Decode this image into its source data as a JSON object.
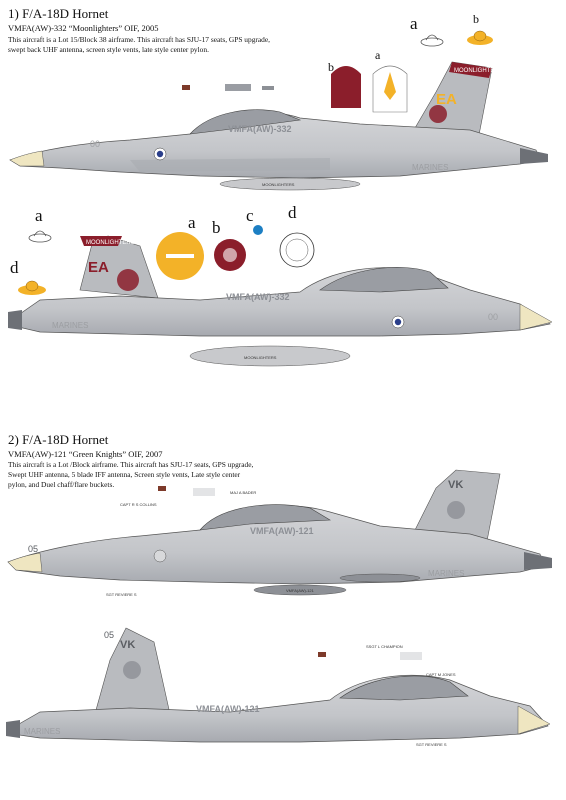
{
  "aircraft_1": {
    "title": "1) F/A-18D Hornet",
    "subtitle": "VMFA(AW)-332 “Moonlighters” OIF, 2005",
    "description_lines": [
      "This aircraft is a Lot 15/Block 38 airframe. This aircraft has SJU-17 seats, GPS upgrade,",
      "swept back UHF antenna, screen style vents, late style center pylon."
    ],
    "side_code": "VMFA(AW)-332",
    "modex": "00",
    "tail_letters": "EA",
    "tail_band_text": "MOONLIGHTERS",
    "tank_text": "MOONLIGHTERS",
    "marines_text": "MARINES",
    "insignia_keys": [
      "a",
      "b",
      "a",
      "b",
      "c",
      "d",
      "d",
      "a",
      "b"
    ]
  },
  "aircraft_2": {
    "title": "2) F/A-18D Hornet",
    "subtitle": "VMFA(AW)-121 “Green Knights” OIF, 2007",
    "description_lines": [
      "This aircraft is a Lot /Block airframe. This aircraft has SJU-17 seats, GPS upgrade,",
      "Swept UHF antenna, 5 blade IFF antenna, Screen style vents, Late style center",
      "pylon, and Duel chaff/flare buckets."
    ],
    "side_code": "VMFA(AW)-121",
    "modex": "05",
    "tail_letters": "VK",
    "marines_text": "MARINES",
    "canopy_names": [
      "CAPT R S COLLINS",
      "MAJ A BADER",
      "SGT REVIERE S",
      "CAPT M JONES",
      "SSGT L CHAMPION"
    ],
    "tank_text": "VMFA(AW)-121"
  },
  "colors": {
    "light_grey": "#c8c9cc",
    "mid_grey": "#a9abb0",
    "dark_grey": "#8d9096",
    "maroon": "#8b1e2b",
    "gold": "#f3b228",
    "blue_dot": "#1d7fc3",
    "radome": "#efe6c1"
  }
}
